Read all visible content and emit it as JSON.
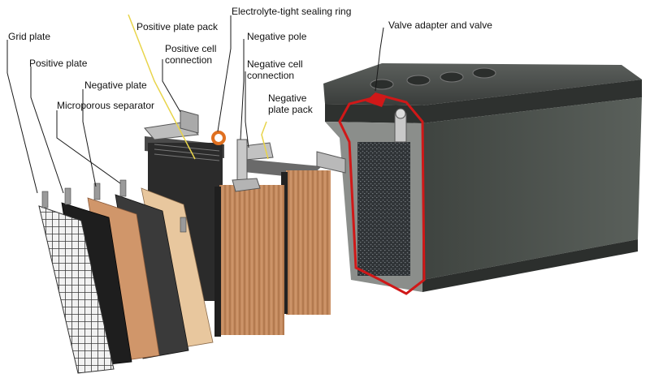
{
  "labels": {
    "grid_plate": "Grid plate",
    "positive_plate": "Positive plate",
    "negative_plate": "Negative plate",
    "microporous_separator": "Microporous separator",
    "positive_plate_pack": "Positive plate pack",
    "positive_cell_connection": "Positive cell\nconnection",
    "electrolyte_tight_sealing_ring": "Electrolyte-tight sealing ring",
    "negative_pole": "Negative pole",
    "negative_cell_connection": "Negative cell\nconnection",
    "negative_plate_pack": "Negative\nplate pack",
    "valve_adapter_and_valve": "Valve adapter and valve"
  },
  "colors": {
    "leader_line": "#1a1a1a",
    "highlight_leader": "#e8d44a",
    "sealing_ring": "#e07020",
    "valve_highlight": "#d01818",
    "battery_case": "#4a4f4b",
    "lead_plate": "#c8926a",
    "separator": "#e8c79e",
    "dark_plate": "#2a2a2a"
  }
}
